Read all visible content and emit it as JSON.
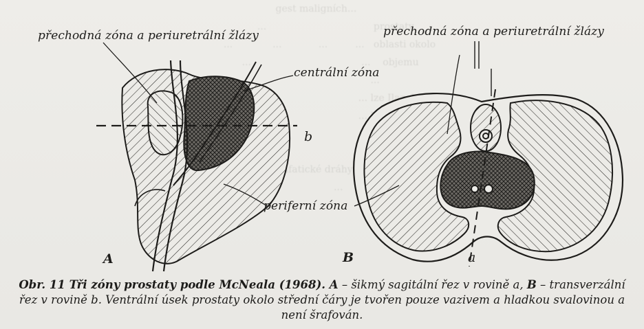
{
  "labels": {
    "a_transition": "přechodná zóna a periuretrální žlázy",
    "b_transition": "přechodná zóna a periuretrální žlázy",
    "central": "centrální zóna",
    "peripheral": "periferní zóna",
    "plane_b": "b",
    "plane_a": "a",
    "panel_a": "A",
    "panel_b": "B"
  },
  "caption": {
    "head": "Obr. 11  Tři zóny prostaty podle McNeala (1968).",
    "part1": " A",
    "part2": " – šikmý sagitální řez v rovině a, ",
    "part3": "B",
    "part4": " – transverzální řez v rovině b. Ventrální úsek prostaty okolo střední čáry je tvořen pouze vazivem a hladkou svalovinou a není šrafován."
  }
}
